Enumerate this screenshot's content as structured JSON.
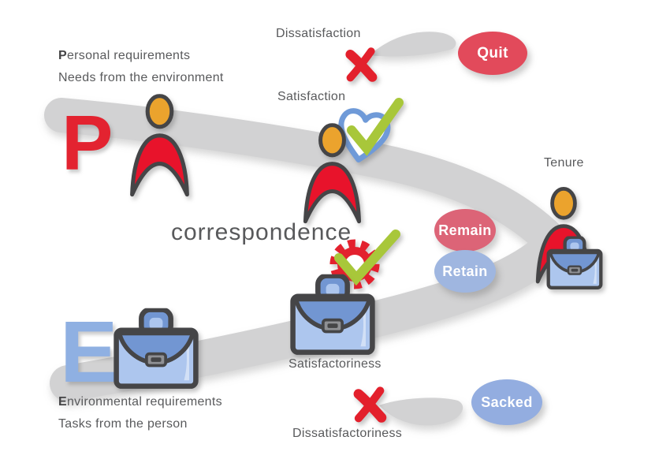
{
  "diagram": {
    "p_block": {
      "big_letter": "P",
      "line1_lead": "P",
      "line1_rest": "ersonal requirements",
      "line2": "Needs from the environment"
    },
    "e_block": {
      "big_letter": "E",
      "line1_lead": "E",
      "line1_rest": "nvironmental requirements",
      "line2": "Tasks from the person"
    },
    "labels": {
      "dissatisfaction": "Dissatisfaction",
      "satisfaction": "Satisfaction",
      "correspondence": "correspondence",
      "tenure": "Tenure",
      "satisfactoriness": "Satisfactoriness",
      "dissatisfactoriness": "Dissatisfactoriness"
    },
    "outcomes": {
      "quit": {
        "label": "Quit",
        "color": "#e24a5b"
      },
      "remain": {
        "label": "Remain",
        "color": "#dc6477"
      },
      "retain": {
        "label": "Retain",
        "color": "#9fb6e0"
      },
      "sacked": {
        "label": "Sacked",
        "color": "#93ade0"
      }
    },
    "colors": {
      "person_red": "#e8132b",
      "head_orange": "#eba32d",
      "outline_gray": "#454547",
      "briefcase_flap_blue": "#7296d2",
      "briefcase_body_blue": "#adc6ee",
      "band_gray": "#d2d2d3",
      "text_gray": "#595a5c",
      "x_red": "#e3202c",
      "check_green": "#a8c73a",
      "heart_blue": "#6f9ad8",
      "gear_red": "#e3212e",
      "p_letter_red": "#e32330",
      "e_letter_blue": "#8fb0e2",
      "latch_gray": "#8f9094"
    },
    "icons": {
      "x_mark": "calligraphic-x-shape",
      "check_mark": "check-shape",
      "heart": "heart-outline-shape",
      "gear": "gear-ring-shape",
      "person": "person-figure-shape",
      "briefcase": "briefcase-shape",
      "flow_band": "gray-swoosh-band"
    }
  }
}
